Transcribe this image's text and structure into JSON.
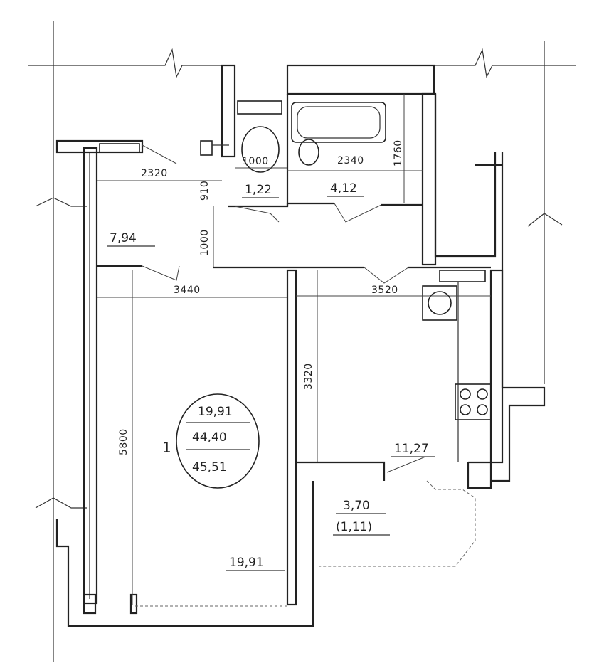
{
  "rooms": {
    "toilet_area": "1,22",
    "bath_area": "4,12",
    "hall_area": "7,94",
    "living_room_area": "19,91",
    "kitchen_area": "11,27",
    "loggia_area": "3,70",
    "loggia_reduced_area": "(1,11)"
  },
  "apartment": {
    "room_count": "1",
    "living_area": "19,91",
    "total_area": "44,40",
    "total_with_loggia": "45,51"
  },
  "dimensions": {
    "d_1000_top": "1000",
    "d_910": "910",
    "d_2320": "2320",
    "d_2340": "2340",
    "d_1760": "1760",
    "d_1000_left": "1000",
    "d_3440": "3440",
    "d_3520": "3520",
    "d_3320": "3320",
    "d_5800": "5800"
  }
}
